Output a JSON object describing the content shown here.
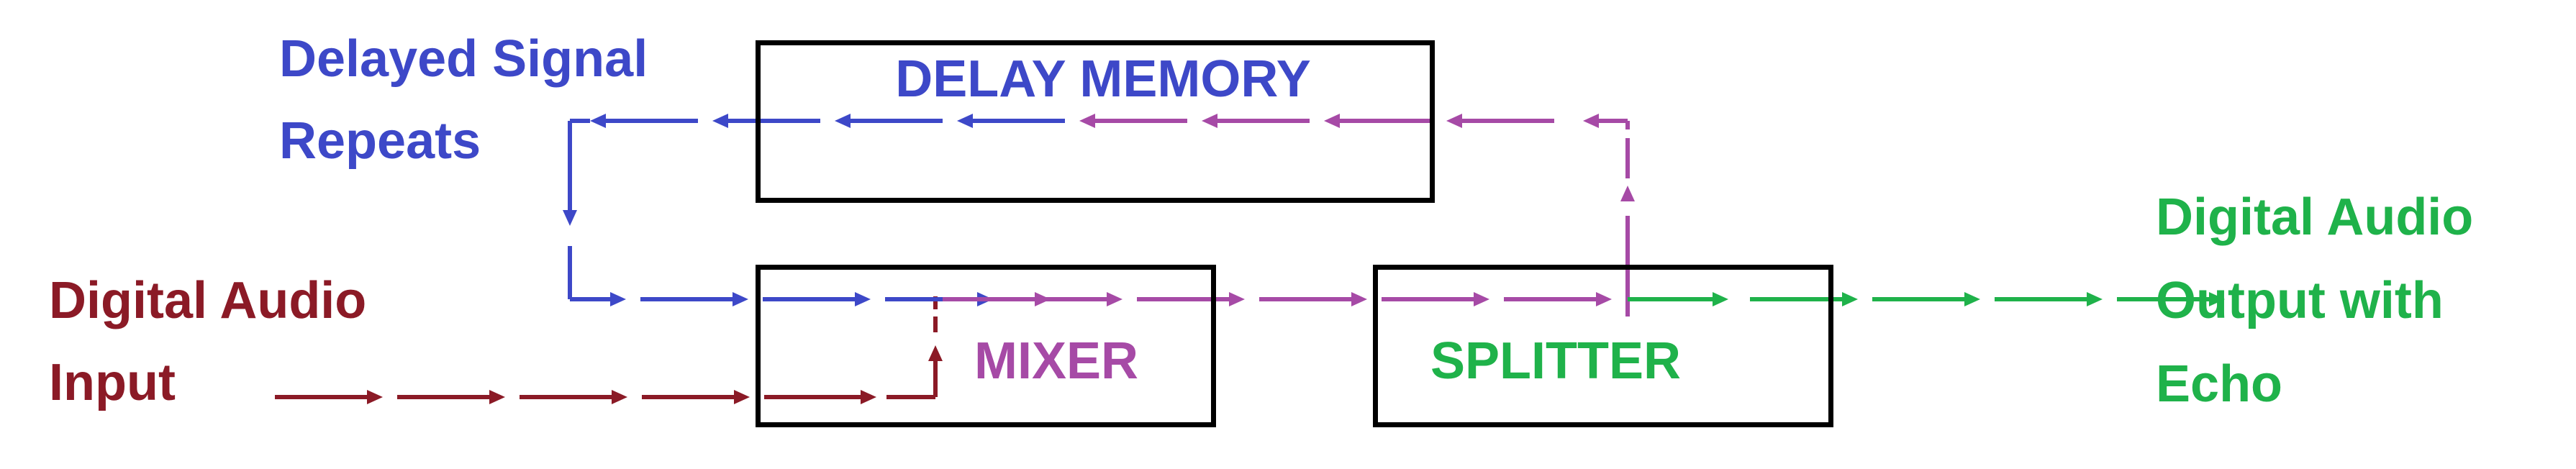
{
  "colors": {
    "delay": "#3d48c8",
    "mixer": "#a64aa6",
    "input": "#8b1a26",
    "output": "#1fb24a",
    "box_border": "#000000"
  },
  "blocks": {
    "delay_memory": "DELAY MEMORY",
    "mixer": "MIXER",
    "splitter": "SPLITTER"
  },
  "labels": {
    "delayed_line1": "Delayed Signal",
    "delayed_line2": "Repeats",
    "input_line1": "Digital Audio",
    "input_line2": "Input",
    "output_line1": "Digital Audio",
    "output_line2": "Output with",
    "output_line3": "Echo"
  }
}
